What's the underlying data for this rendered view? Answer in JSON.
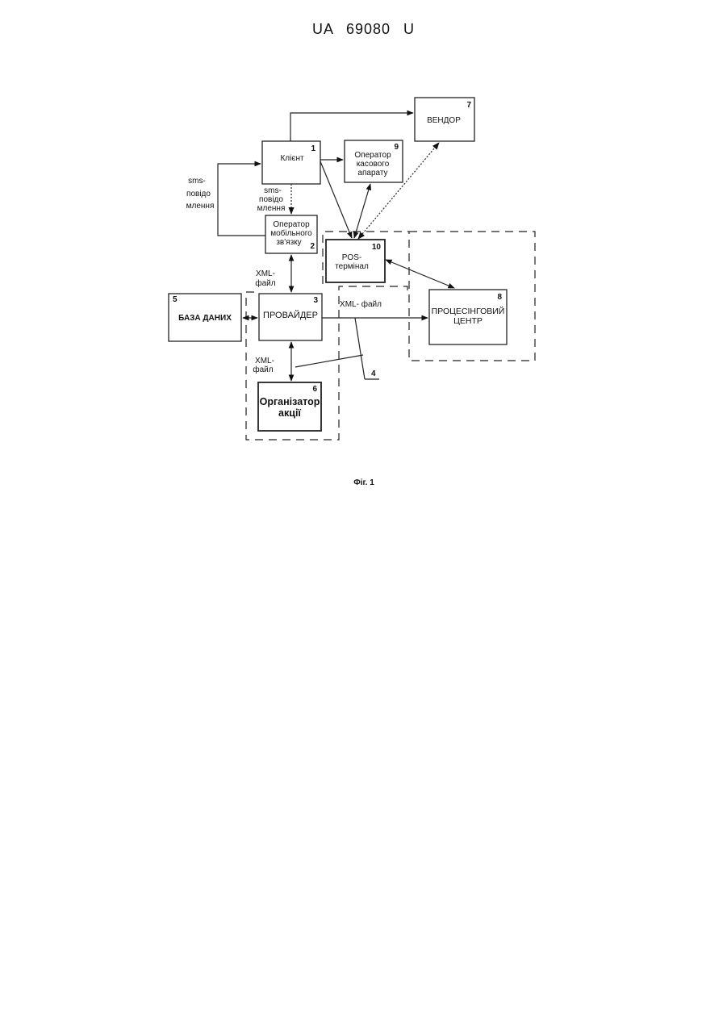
{
  "header": {
    "patent_number": "UA   69080   U"
  },
  "diagram": {
    "nodes": {
      "client": {
        "number": "1",
        "lines": [
          "Клієнт"
        ]
      },
      "mobile": {
        "number": "2",
        "lines": [
          "Оператор",
          "мобільного",
          "зв'язку"
        ]
      },
      "provider": {
        "number": "3",
        "lines": [
          "ПРОВАЙДЕР"
        ]
      },
      "database": {
        "number": "5",
        "lines": [
          "БАЗА ДАНИХ"
        ]
      },
      "organizer": {
        "number": "6",
        "lines": [
          "Організатор",
          "акції"
        ]
      },
      "vendor": {
        "number": "7",
        "lines": [
          "ВЕНДОР"
        ]
      },
      "processing": {
        "number": "8",
        "lines": [
          "ПРОЦЕСІНГОВИЙ",
          "ЦЕНТР"
        ]
      },
      "cashier": {
        "number": "9",
        "lines": [
          "Оператор",
          "касового",
          "апарату"
        ]
      },
      "pos": {
        "number": "10",
        "lines": [
          "POS-",
          "термінал"
        ]
      }
    },
    "labels": {
      "sms_left": [
        "sms-",
        "повідо",
        "млення"
      ],
      "sms_center": [
        "sms-",
        "повідо",
        "млення"
      ],
      "xml_top": [
        "XML-",
        "файл"
      ],
      "xml_bottom": [
        "XML-",
        "файл"
      ],
      "xml_right": "XML- файл",
      "group_4": "4"
    },
    "caption": "Фіг. 1"
  }
}
